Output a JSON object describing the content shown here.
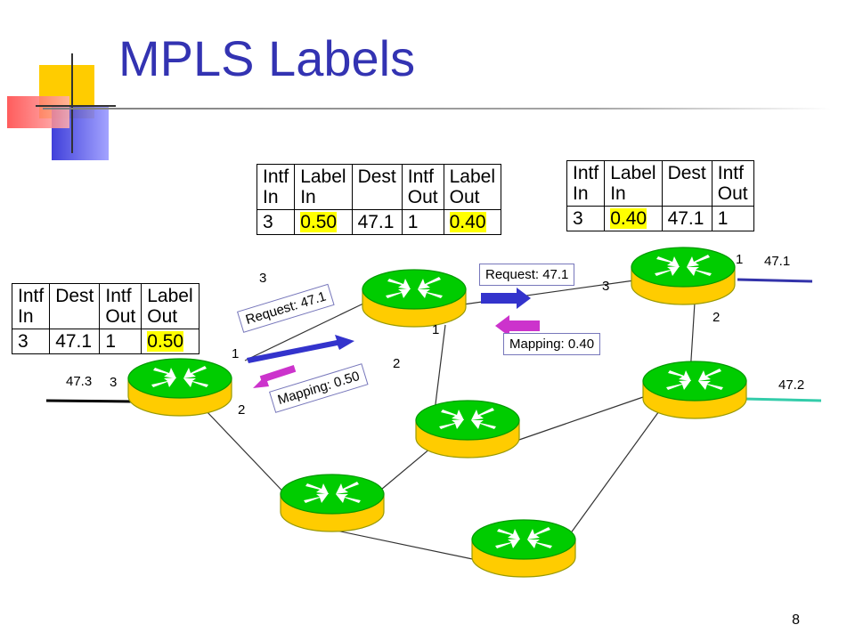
{
  "title": "MPLS Labels",
  "page_number": "8",
  "colors": {
    "title": "#3333b2",
    "highlight": "#ffff00",
    "router_top": "#00cc00",
    "router_base": "#ffcc00",
    "request_arrow": "#3333cc",
    "mapping_arrow": "#cc33cc",
    "link_47_1": "#3333aa",
    "link_47_2": "#33ccaa",
    "link_47_3": "#000000"
  },
  "tables": {
    "left": {
      "headers": [
        [
          "Intf",
          "In"
        ],
        [
          "Dest"
        ],
        [
          "Intf",
          "Out"
        ],
        [
          "Label",
          "Out"
        ]
      ],
      "row": [
        "3",
        "47.1",
        "1",
        "0.50"
      ],
      "highlight_cols": [
        3
      ]
    },
    "middle": {
      "headers": [
        [
          "Intf",
          "In"
        ],
        [
          "Label",
          "In"
        ],
        [
          "Dest"
        ],
        [
          "Intf",
          "Out"
        ],
        [
          "Label",
          "Out"
        ]
      ],
      "row": [
        "3",
        "0.50",
        "47.1",
        "1",
        "0.40"
      ],
      "highlight_cols": [
        1,
        4
      ]
    },
    "right": {
      "headers": [
        [
          "Intf",
          "In"
        ],
        [
          "Label",
          "In"
        ],
        [
          "Dest"
        ],
        [
          "Intf",
          "Out"
        ]
      ],
      "row": [
        "3",
        "0.40",
        "47.1",
        "1"
      ],
      "highlight_cols": [
        1
      ]
    }
  },
  "messages": {
    "request_left": "Request: 47.1",
    "mapping_left": "Mapping: 0.50",
    "request_right": "Request: 47.1",
    "mapping_right": "Mapping: 0.40"
  },
  "ports": {
    "left_router_3": "3",
    "left_router_1": "1",
    "left_router_2": "2",
    "mid_router_3": "3",
    "mid_router_1": "1",
    "mid_router_2": "2",
    "right_router_3": "3",
    "right_router_1": "1",
    "right_router_2": "2"
  },
  "networks": {
    "n471": "47.1",
    "n472": "47.2",
    "n473": "47.3"
  }
}
